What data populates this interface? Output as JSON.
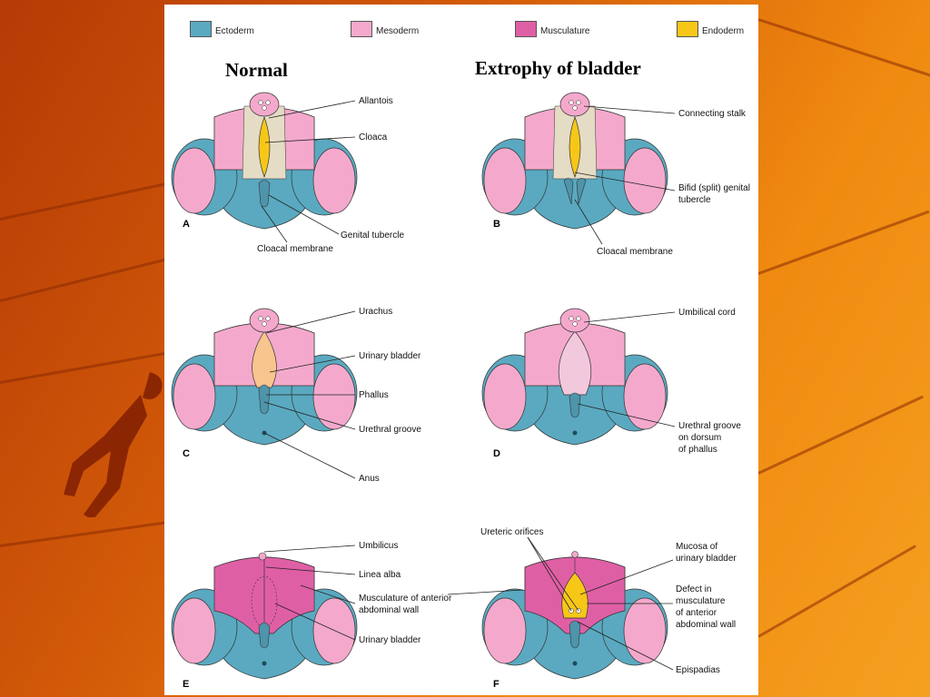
{
  "colors": {
    "ectoderm": "#5aa9c0",
    "mesoderm": "#f4a9cc",
    "musculature": "#df5fa5",
    "endoderm": "#f7c718",
    "stalk": "#e4dcc4",
    "bladder_c": "#f9c58e",
    "bladder_d": "#f2c8dd"
  },
  "legend": [
    {
      "label": "Ectoderm",
      "color": "#5aa9c0"
    },
    {
      "label": "Mesoderm",
      "color": "#f4a9cc"
    },
    {
      "label": "Musculature",
      "color": "#df5fa5"
    },
    {
      "label": "Endoderm",
      "color": "#f7c718"
    }
  ],
  "headings": {
    "left": "Normal",
    "right": "Extrophy of bladder"
  },
  "panels": {
    "a": {
      "letter": "A",
      "labels": [
        "Allantois",
        "Cloaca",
        "Genital tubercle",
        "Cloacal membrane"
      ]
    },
    "b": {
      "letter": "B",
      "labels": [
        "Connecting stalk",
        "Bifid (split) genital",
        "tubercle",
        "Cloacal membrane"
      ]
    },
    "c": {
      "letter": "C",
      "labels": [
        "Urachus",
        "Urinary bladder",
        "Phallus",
        "Urethral groove",
        "Anus"
      ]
    },
    "d": {
      "letter": "D",
      "labels": [
        "Umbilical cord",
        "Urethral groove",
        "on dorsum",
        "of phallus"
      ]
    },
    "e": {
      "letter": "E",
      "labels": [
        "Umbilicus",
        "Linea alba",
        "Musculature of anterior",
        "abdominal wall",
        "Urinary bladder"
      ]
    },
    "f": {
      "letter": "F",
      "labels": [
        "Ureteric orifices",
        "Mucosa of",
        "urinary bladder",
        "Defect in",
        "musculature",
        "of anterior",
        "abdominal wall",
        "Epispadias"
      ]
    }
  }
}
